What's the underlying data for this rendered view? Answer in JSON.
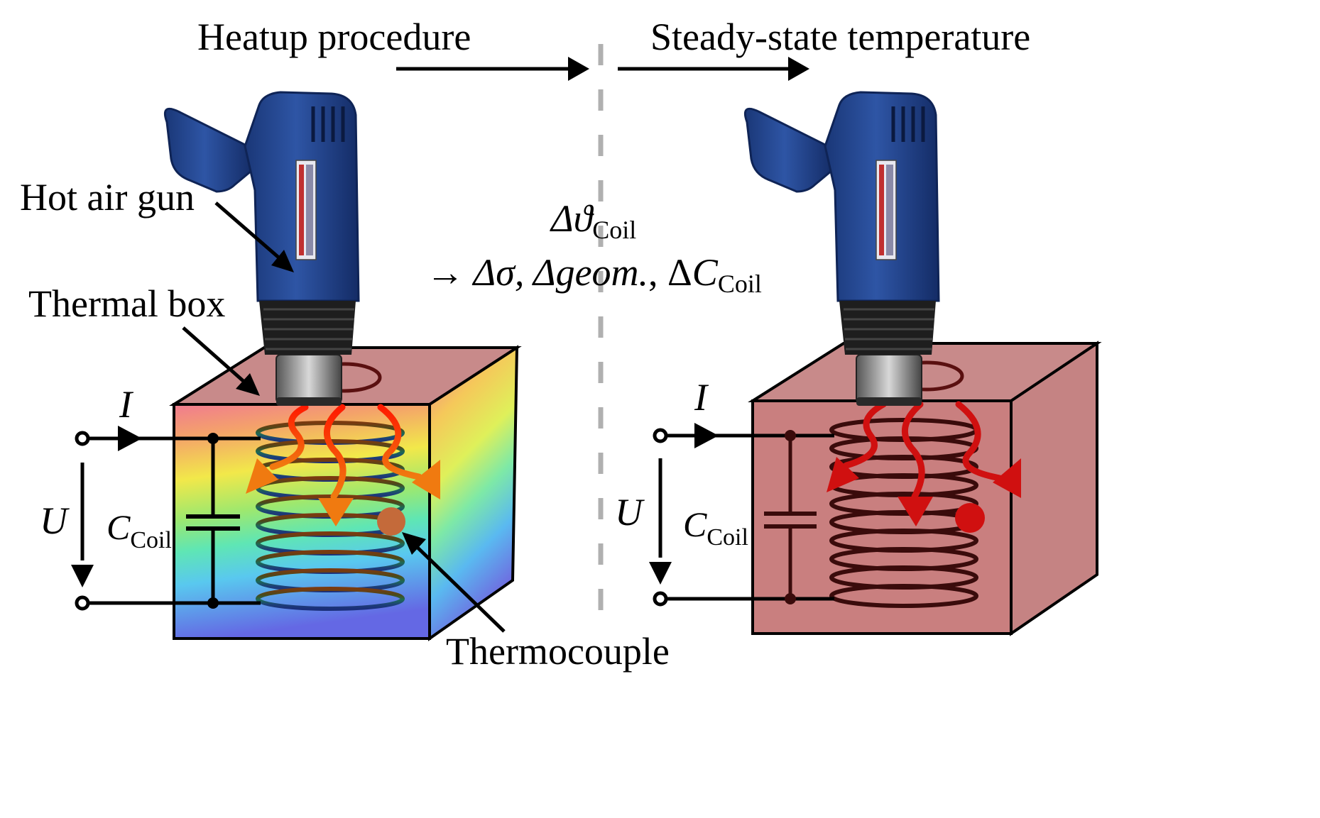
{
  "labels": {
    "heatup": "Heatup procedure",
    "steady": "Steady-state temperature",
    "hot_air_gun": "Hot air gun",
    "thermal_box": "Thermal box",
    "thermocouple": "Thermocouple",
    "delta_theta": "Δϑ",
    "coil_sub": "Coil",
    "effects_prefix": "→ Δσ, Δ",
    "effects_geom": "geom.",
    "effects_mid": ", Δ",
    "effects_c": "C",
    "current": "I",
    "voltage": "U",
    "capacitance": "C"
  },
  "colors": {
    "box_top": "#c88a8a",
    "box_side": "#c58383",
    "steady_front": "#c97f7f",
    "gun_body": "#1e3f86",
    "gun_dark": "#0f2456",
    "nozzle": "#2a2a2a",
    "coil_steady": "#3a0b0b",
    "flow_steady": "#d01010",
    "thermocouple_heat": "#c46a3a",
    "thermocouple_steady": "#d01010",
    "divider": "#b0b0b0"
  },
  "icons": [
    "hot-air-gun-icon",
    "coil-icon",
    "capacitor-icon",
    "thermocouple-icon",
    "heat-flow-arrow-icon"
  ]
}
